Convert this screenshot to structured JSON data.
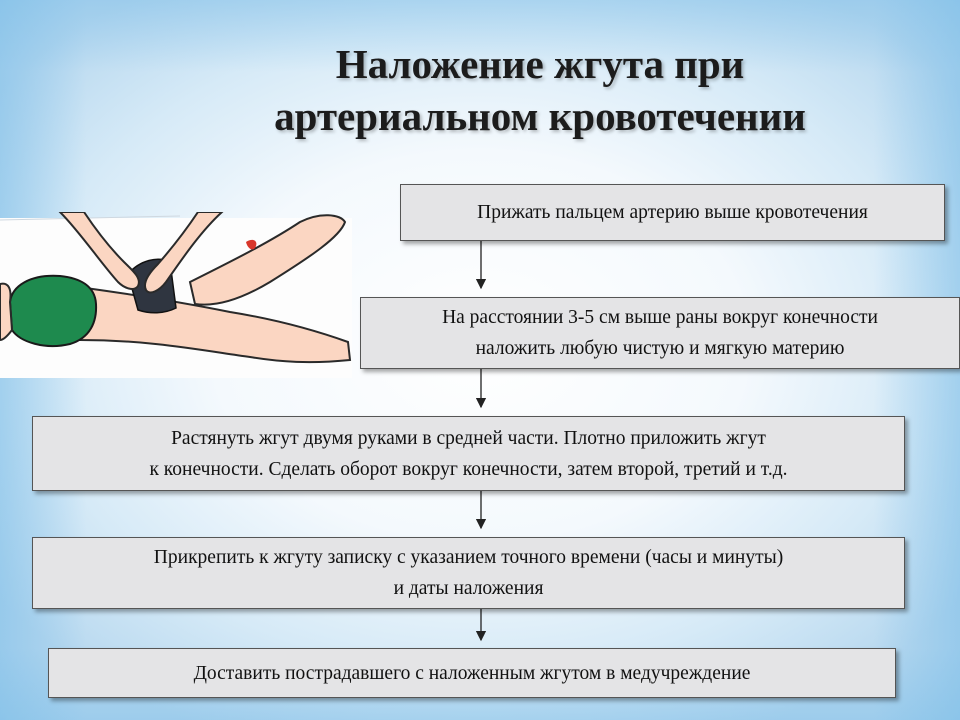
{
  "title": {
    "line1": "Наложение жгута при",
    "line2": "артериальном кровотечении"
  },
  "steps": [
    {
      "lines": [
        "Прижать пальцем артерию выше кровотечения"
      ]
    },
    {
      "lines": [
        "На расстоянии 3-5 см выше раны вокруг конечности",
        "наложить любую чистую и мягкую материю"
      ]
    },
    {
      "lines": [
        "Растянуть жгут двумя руками в средней части. Плотно приложить жгут",
        "к конечности. Сделать оборот вокруг конечности, затем второй, третий и т.д."
      ]
    },
    {
      "lines": [
        "Прикрепить к жгуту записку с указанием точного времени (часы и минуты)",
        "и даты наложения"
      ]
    },
    {
      "lines": [
        "Доставить пострадавшего с наложенным жгутом в медучреждение"
      ]
    }
  ],
  "colors": {
    "box_fill": "#e4e4e6",
    "box_border": "#555555",
    "shorts": "#1e8a4e",
    "skin": "#fbd6c2",
    "tourniquet": "#2f3540",
    "wound": "#d8362a"
  },
  "illustration": {
    "icon": "tourniquet-application-illustration"
  }
}
